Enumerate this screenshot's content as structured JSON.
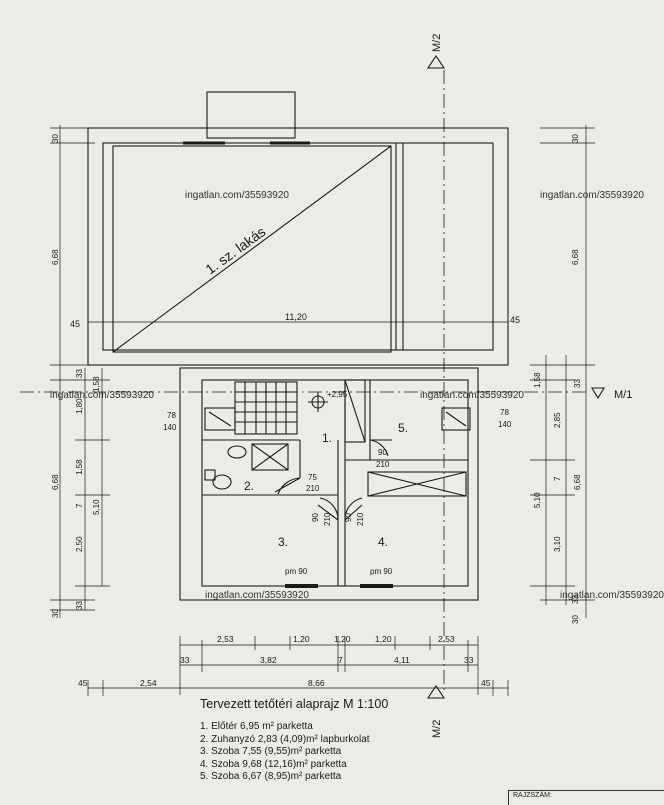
{
  "title": "Tervezett tetőtéri alaprajz M 1:100",
  "legend": [
    "1. Előtér 6,95 m² parketta",
    "2. Zuhanyzó 2,83 (4,09)m² lapburkolat",
    "3. Szoba 7,55 (9,55)m² parketta",
    "4. Szoba 9,68 (12,16)m² parketta",
    "5. Szoba 6,67 (8,95)m² parketta"
  ],
  "stamp_label": "RAJZSZÁM:",
  "section_labels": {
    "vertical": "M/2",
    "horizontal": "M/1"
  },
  "top_area_label": "1. sz. lakás",
  "room_numbers": [
    "1.",
    "2.",
    "3.",
    "4.",
    "5."
  ],
  "level_mark": "+2,95",
  "door_labels": {
    "d1_w": "75",
    "d1_h": "210",
    "d2_w": "90",
    "d2_h": "210",
    "d3_w": "90",
    "d3_h": "210",
    "d4_w": "90",
    "d4_h": "210",
    "win_left_w": "78",
    "win_left_h": "140",
    "win_right_w": "78",
    "win_right_h": "140",
    "pm_left": "pm 90",
    "pm_right": "pm 90"
  },
  "dimensions": {
    "top_width": "11,20",
    "left_offset": "45",
    "right_offset": "45",
    "left_vertical": [
      "30",
      "6,68",
      "33",
      "1,58",
      "1,80",
      "1,58",
      "7",
      "5,10",
      "2,50",
      "33",
      "30",
      "6,68"
    ],
    "right_vertical": [
      "30",
      "6,68",
      "33",
      "1,58",
      "2,85",
      "7",
      "5,10",
      "3,10",
      "33",
      "30",
      "6,68"
    ],
    "bottom_row1": [
      "2,53",
      "1,20",
      "1,20",
      "1,20",
      "2,53"
    ],
    "bottom_row2": [
      "33",
      "3,82",
      "7",
      "4,11",
      "33"
    ],
    "bottom_row3": [
      "45",
      "2,54",
      "8,66",
      "45"
    ]
  },
  "watermark": "ingatlan.com/35593920",
  "colors": {
    "paper": "#ecebe8",
    "ink": "#1a1a1a",
    "watermark": "#bdbdbd"
  }
}
